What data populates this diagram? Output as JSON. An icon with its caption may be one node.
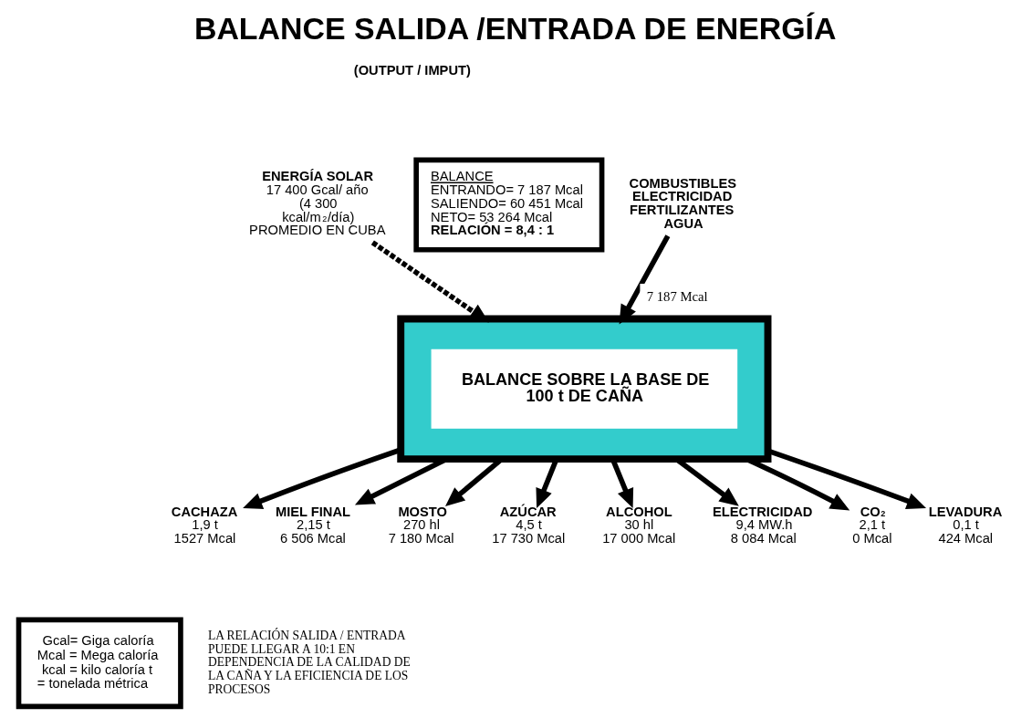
{
  "diagram": {
    "title": "BALANCE SALIDA /ENTRADA DE ENERGÍA",
    "nodes": [
      {
        "text": [],
        "shape": "box"
      },
      {
        "text": [
          "ENERGÍA SOLAR",
          "17 400 Gcal/ año (4 300 kcal/m$^{2}$/día) PROMEDIO EN CUBA"
        ]
      },
      {
        "text": [
          "COMBUSTIBLES",
          "ELECTRICIDAD",
          "FERTILIZANTES",
          "AGUA"
        ]
      },
      {
        "text": [
          "BALANCE",
          "ENTRANDO= 7 187 Mcal SALIENDO= 60 451 Mcal NETO= 53 264 Mcal",
          "RELACIÓN = 8,4 : 1"
        ]
      },
      {
        "text": [
          "BALANCE SOBRE LA BASE DE 100 t DE CAÑA"
        ],
        "in": 0
      },
      {
        "text": [
          "CACHAZA",
          "1,9 t 1527 Mcal"
        ]
      },
      {
        "text": [
          "MIEL FINAL",
          "2,15 t 6 506 Mcal"
        ]
      },
      {
        "text": [
          "MOSTO",
          "270 hl 7 180 Mcal"
        ]
      },
      {
        "text": [
          "AZÚCAR",
          "4,5 t 17 730 Mcal"
        ]
      },
      {
        "text": [
          "ALCOHOL",
          "30 hl 17 000 Mcal"
        ]
      },
      {
        "text": [
          "ELECTRICIDAD",
          "9,4 MW.h 8 084 Mcal"
        ]
      },
      {
        "text": [
          "CO$_{2}$",
          "2,1 t 0 Mcal"
        ]
      },
      {
        "text": [
          "LEVADURA",
          "0,1 t 424 Mcal"
        ]
      },
      {
        "text": [
          "Gcal= Giga caloría Mcal = Mega caloría kcal = kilo caloría t = tonelada métrica"
        ]
      }
    ],
    "edges": [
      {
        "from": 1,
        "to": 0,
        "arrow": "to",
        "style": "dashed"
      },
      {
        "from": 2,
        "to": 0,
        "arrow": "to",
        "label": "7 187 Mcal"
      },
      {
        "from": 0,
        "to": 5,
        "arrow": "to"
      },
      {
        "from": 0,
        "to": 6,
        "arrow": "to"
      },
      {
        "from": 0,
        "to": 7,
        "arrow": "to"
      },
      {
        "from": 0,
        "to": 8,
        "arrow": "to"
      },
      {
        "from": 0,
        "to": 9,
        "arrow": "to"
      },
      {
        "from": 0,
        "to": 10,
        "arrow": "to"
      },
      {
        "from": 0,
        "to": 11,
        "arrow": "to"
      },
      {
        "from": 0,
        "to": 12,
        "arrow": "to"
      }
    ],
    "labels": [
      "(OUTPUT / IMPUT)",
      "LA RELACIÓN SALIDA / ENTRADA PUEDE LLEGAR A 10:1 EN DEPENDENCIA DE LA CALIDAD DE LA CAÑA Y LA EFICIENCIA DE LOS PROCESOS"
    ]
  }
}
